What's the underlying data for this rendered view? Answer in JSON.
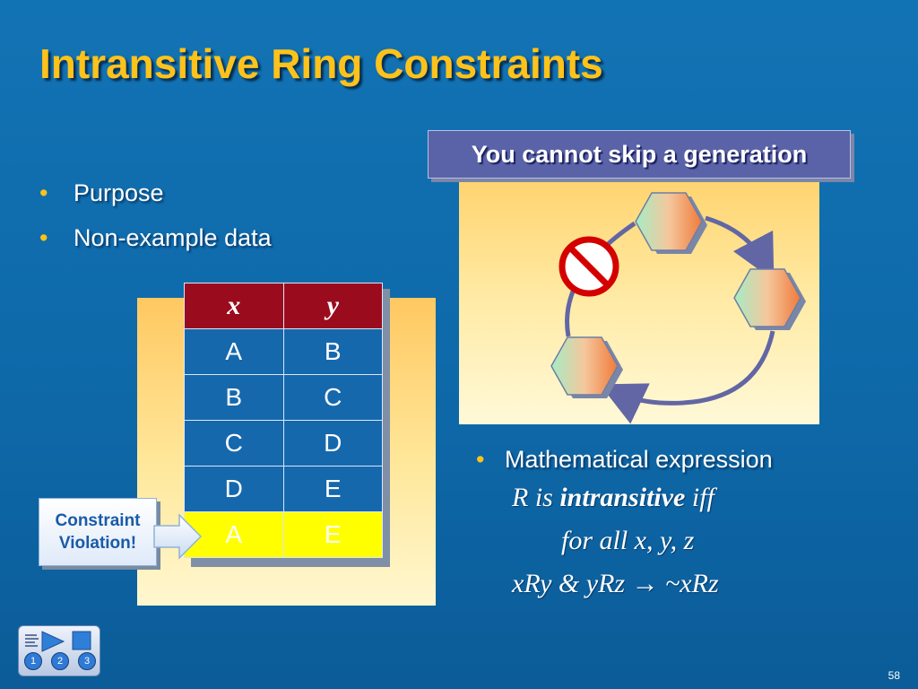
{
  "slide": {
    "title": "Intransitive Ring Constraints",
    "bullets": [
      "Purpose",
      "Non-example data"
    ],
    "page_number": "58"
  },
  "table": {
    "headers": [
      "x",
      "y"
    ],
    "rows": [
      [
        "A",
        "B"
      ],
      [
        "B",
        "C"
      ],
      [
        "C",
        "D"
      ],
      [
        "D",
        "E"
      ],
      [
        "A",
        "E"
      ]
    ],
    "violation_row_index": 4
  },
  "callout": {
    "line1": "Constraint",
    "line2": "Violation!"
  },
  "diagram": {
    "caption": "You cannot skip a generation",
    "icons": [
      "prohibited-icon",
      "hexagon-node",
      "arrow-cycle"
    ]
  },
  "math": {
    "bullet": "Mathematical expression",
    "line1_a": "R is ",
    "line1_b": "intransitive",
    "line1_c": " iff",
    "line2": "for all x, y, z",
    "line3_a": "xRy & yRz ",
    "line3_arrow": "→",
    "line3_b": " ~xRz"
  },
  "colors": {
    "background": "#1273b4",
    "title": "#ffc21a",
    "table_header": "#9b0b1e",
    "table_cell": "#1668ad",
    "violation": "#ffff00",
    "caption_box": "#5a63a8"
  },
  "nav": {
    "buttons": [
      "1",
      "2",
      "3"
    ]
  }
}
